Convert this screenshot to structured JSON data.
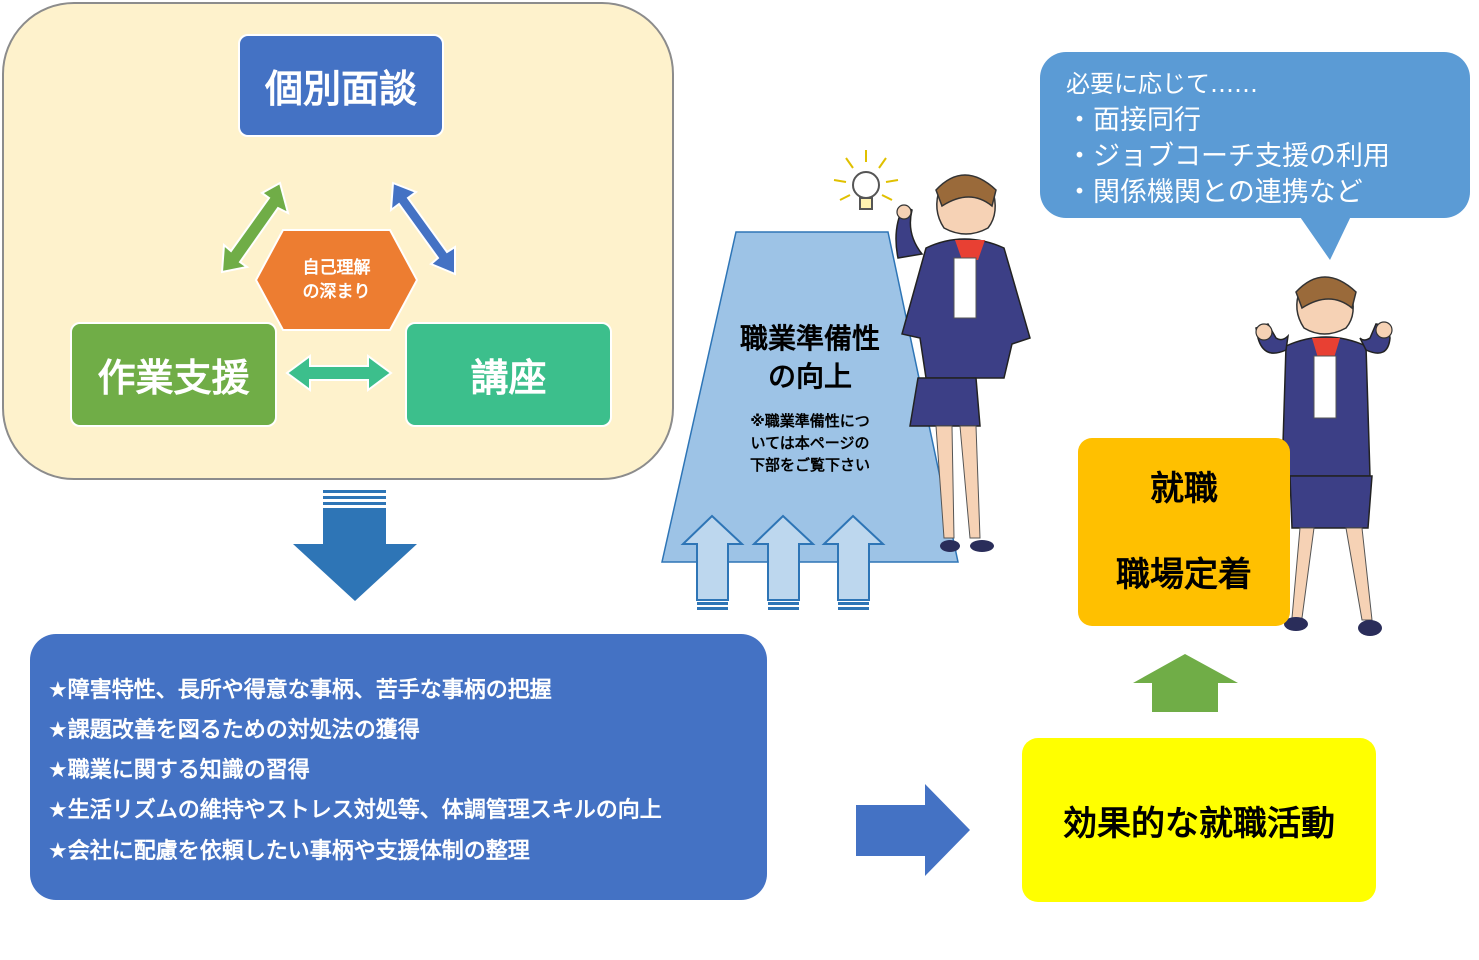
{
  "panel": {
    "interview": "個別面談",
    "work_support": "作業支援",
    "lecture": "講座",
    "center_line1": "自己理解",
    "center_line2": "の深まり"
  },
  "goals": [
    "★障害特性、長所や得意な事柄、苦手な事柄の把握",
    "★課題改善を図るための対処法の獲得",
    "★職業に関する知識の習得",
    "★生活リズムの維持やストレス対処等、体調管理スキルの向上",
    "★会社に配慮を依頼したい事柄や支援体制の整理"
  ],
  "readiness": {
    "title_line1": "職業準備性",
    "title_line2": "の向上",
    "note_line1": "※職業準備性につ",
    "note_line2": "いては本ページの",
    "note_line3": "下部をご覧下さい"
  },
  "speech": {
    "line1": "必要に応じて……",
    "line2": "・面接同行",
    "line3": "・ジョブコーチ支援の利用",
    "line4": "・関係機関との連携など"
  },
  "employment": {
    "line1": "就職",
    "line2": "職場定着"
  },
  "activity": "効果的な就職活動",
  "colors": {
    "panel_bg": "#fef2cc",
    "blue": "#4472c4",
    "green": "#70ad47",
    "teal": "#3cbf8c",
    "orange": "#ed7d31",
    "yellow": "#ffff00",
    "gold": "#ffc000",
    "light_blue": "#9dc3e6",
    "speech_blue": "#5b9bd5"
  }
}
